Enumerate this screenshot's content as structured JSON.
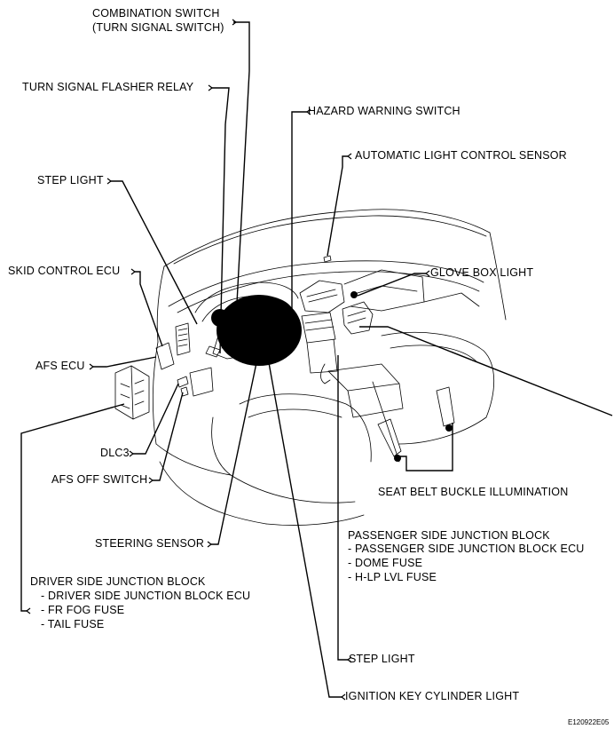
{
  "labels": {
    "combination_switch": "COMBINATION SWITCH",
    "combination_switch_sub": "(TURN SIGNAL SWITCH)",
    "turn_signal_flasher_relay": "TURN SIGNAL FLASHER RELAY",
    "hazard_warning_switch": "HAZARD WARNING SWITCH",
    "automatic_light_control_sensor": "AUTOMATIC LIGHT CONTROL SENSOR",
    "step_light_top": "STEP LIGHT",
    "skid_control_ecu": "SKID CONTROL ECU",
    "glove_box_light": "GLOVE BOX LIGHT",
    "afs_ecu": "AFS ECU",
    "dlc3": "DLC3",
    "afs_off_switch": "AFS OFF SWITCH",
    "seat_belt_buckle_illumination": "SEAT BELT BUCKLE ILLUMINATION",
    "steering_sensor": "STEERING SENSOR",
    "passenger_jb": {
      "title": "PASSENGER SIDE JUNCTION BLOCK",
      "items": [
        "- PASSENGER SIDE JUNCTION BLOCK ECU",
        "- DOME FUSE",
        "- H-LP LVL FUSE"
      ]
    },
    "driver_jb": {
      "title": "DRIVER SIDE JUNCTION BLOCK",
      "items": [
        "- DRIVER SIDE JUNCTION BLOCK ECU",
        "- FR FOG FUSE",
        "- TAIL FUSE"
      ]
    },
    "step_light_bottom": "STEP LIGHT",
    "ignition_key_cylinder_light": "IGNITION KEY CYLINDER LIGHT"
  },
  "figure_code": "E120922E05"
}
